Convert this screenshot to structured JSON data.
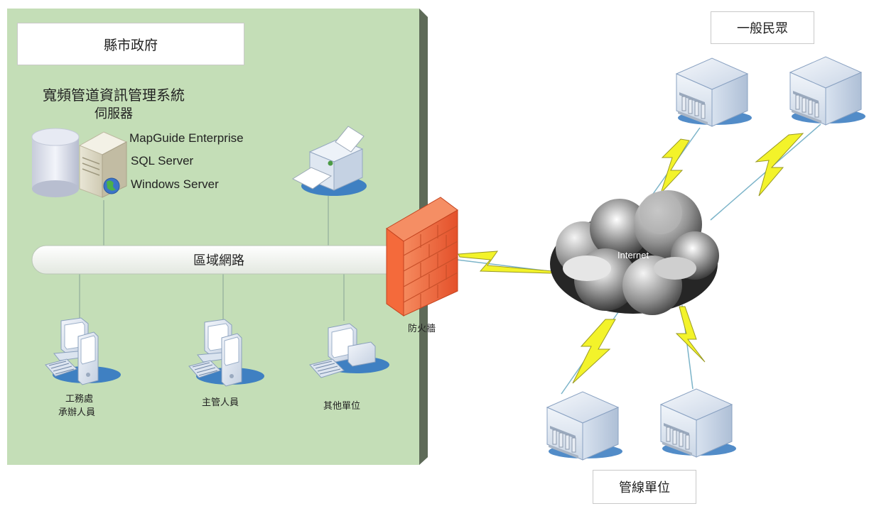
{
  "government_zone": {
    "title": "縣市政府",
    "server_title": "寬頻管道資訊管理系統",
    "server_subtitle": "伺服器",
    "software": [
      "MapGuide Enterprise",
      "SQL Server",
      "Windows Server"
    ]
  },
  "lan": {
    "label": "區域網路"
  },
  "firewall": {
    "label": "防火牆"
  },
  "internet": {
    "label": "Internet"
  },
  "public_users": {
    "label": "一般民眾"
  },
  "pipeline_units": {
    "label": "管線單位"
  },
  "workstations": [
    {
      "line1": "工務處",
      "line2": "承辦人員"
    },
    {
      "line1": "主管人員",
      "line2": ""
    },
    {
      "line1": "其他單位",
      "line2": ""
    }
  ],
  "colors": {
    "zone_fill": "#c4deb7",
    "zone_shadow": "#5e6a58",
    "firewall": "#ef6a3a",
    "lightning": "#f3f32a",
    "cloud_dark": "#3a3a3a",
    "link_line": "#7cb4c9"
  },
  "icons": {
    "database": "database-icon",
    "server": "server-tower-icon",
    "globe": "globe-icon",
    "printer": "printer-icon",
    "firewall": "brick-wall-icon",
    "cloud": "cloud-icon",
    "building": "building-icon",
    "workstation": "computer-workstation-icon"
  }
}
